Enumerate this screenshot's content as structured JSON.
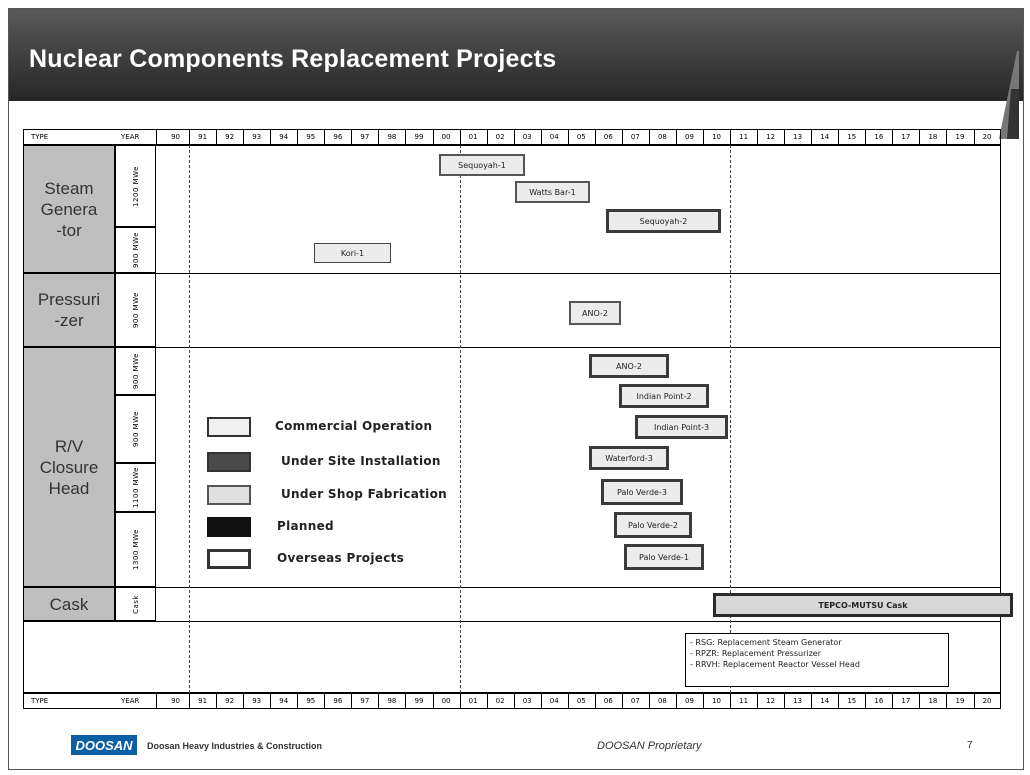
{
  "title": "Nuclear Components Replacement Projects",
  "header": {
    "type_label": "TYPE",
    "year_label": "YEAR",
    "years": [
      "90",
      "91",
      "92",
      "93",
      "94",
      "95",
      "96",
      "97",
      "98",
      "99",
      "00",
      "01",
      "02",
      "03",
      "04",
      "05",
      "06",
      "07",
      "08",
      "09",
      "10",
      "11",
      "12",
      "13",
      "14",
      "15",
      "16",
      "17",
      "18",
      "19",
      "20"
    ]
  },
  "rows": [
    {
      "type": "Steam\nGenera\n-tor",
      "caps": [
        "1200 MWe",
        "900 MWe"
      ]
    },
    {
      "type": "Pressuri\n-zer",
      "caps": [
        "900 MWe"
      ]
    },
    {
      "type": "R/V\nClosure\nHead",
      "caps": [
        "900 MWe",
        "900 MWe",
        "1100 MWe",
        "1300 MWe"
      ]
    },
    {
      "type": "Cask",
      "caps": [
        "Cask"
      ]
    }
  ],
  "projects": [
    {
      "label": "Sequoyah-1"
    },
    {
      "label": "Watts Bar-1"
    },
    {
      "label": "Sequoyah-2"
    },
    {
      "label": "Kori-1"
    },
    {
      "label": "ANO-2"
    },
    {
      "label": "ANO-2"
    },
    {
      "label": "Indian Point-2"
    },
    {
      "label": "Indian Point-3"
    },
    {
      "label": "Waterford-3"
    },
    {
      "label": "Palo Verde-3"
    },
    {
      "label": "Palo Verde-2"
    },
    {
      "label": "Palo Verde-1"
    },
    {
      "label": "TEPCO-MUTSU Cask"
    }
  ],
  "legend": [
    {
      "label": "Commercial Operation",
      "fill": "#f0f0f0",
      "border": "#333333"
    },
    {
      "label": "Under Site Installation",
      "fill": "#4a4a4a",
      "border": "#333333"
    },
    {
      "label": "Under Shop Fabrication",
      "fill": "#e0e0e0",
      "border": "#555555"
    },
    {
      "label": "Planned",
      "fill": "#111111",
      "border": "#111111"
    },
    {
      "label": "Overseas Projects",
      "fill": "#ffffff",
      "border": "#333333"
    }
  ],
  "notes": [
    "- RSG: Replacement Steam Generator",
    "- RPZR: Replacement Pressurizer",
    "- RRVH: Replacement Reactor Vessel Head"
  ],
  "footer": {
    "logo": "DOOSAN",
    "company": "Doosan Heavy Industries & Construction",
    "proprietary": "DOOSAN Proprietary",
    "page": "7"
  }
}
